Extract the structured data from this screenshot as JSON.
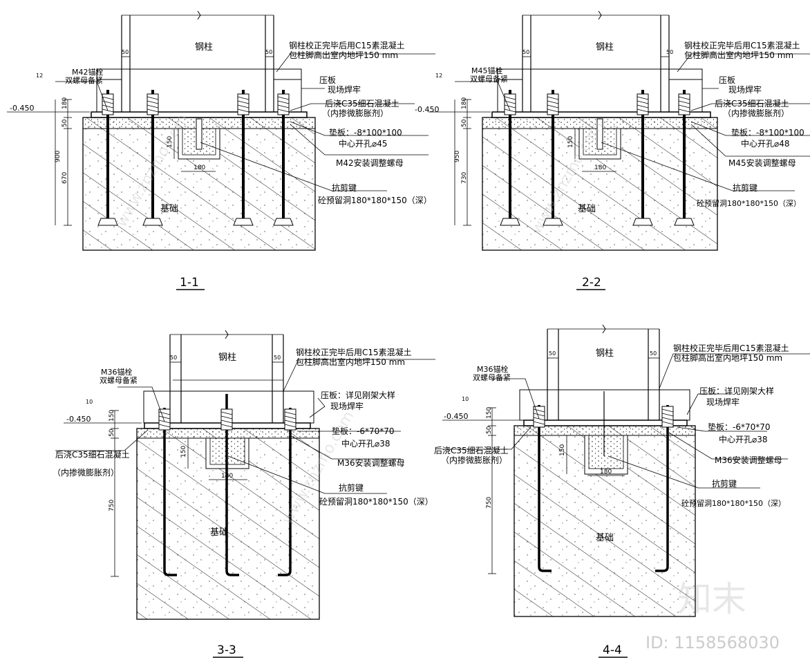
{
  "common": {
    "column": "钢柱",
    "encase": [
      "钢柱校正完毕后用C15素混凝土",
      "包柱脚高出室内地坪150 mm"
    ],
    "foundation": "基础",
    "shear_key": "抗剪键",
    "hole": "砼预留洞180*180*150（深）",
    "dim_50": "50",
    "dim_180": "180",
    "dim_150": "150",
    "weld_10": "10",
    "weld_12": "12"
  },
  "details": [
    {
      "section_title": "1-1",
      "anchor": [
        "M42锚栓",
        "双螺母备紧"
      ],
      "level": "-0.450",
      "plate": [
        "压板",
        "现场焊牢"
      ],
      "grout": [
        "后浇C35细石混凝土",
        "（内掺微膨胀剂）"
      ],
      "pad": [
        "垫板：-8*100*100",
        "中心开孔⌀45"
      ],
      "nut": "M42安装调整螺母",
      "dims": {
        "total": "900",
        "embed": "670",
        "top": "180",
        "grout": "50"
      }
    },
    {
      "section_title": "2-2",
      "anchor": [
        "M45锚栓",
        "双螺母备紧"
      ],
      "level": "-0.450",
      "plate": [
        "压板",
        "现场焊牢"
      ],
      "grout": [
        "后浇C35细石混凝土",
        "（内掺微膨胀剂）"
      ],
      "pad": [
        "垫板：-8*100*100",
        "中心开孔⌀48"
      ],
      "nut": "M45安装调整螺母",
      "dims": {
        "total": "950",
        "embed": "730",
        "top": "180",
        "grout": "50"
      }
    },
    {
      "section_title": "3-3",
      "anchor": [
        "M36锚栓",
        "双螺母备紧"
      ],
      "level": "-0.450",
      "plate": [
        "压板：详见刚架大样",
        "现场焊牢"
      ],
      "grout": [
        "后浇C35细石混凝土",
        "（内掺微膨胀剂）"
      ],
      "pad": [
        "垫板：-6*70*70",
        "中心开孔⌀38"
      ],
      "nut": "M36安装调整螺母",
      "dims": {
        "embed": "750",
        "top": "150",
        "grout": "50"
      }
    },
    {
      "section_title": "4-4",
      "anchor": [
        "M36锚栓",
        "双螺母备紧"
      ],
      "level": "-0.450",
      "plate": [
        "压板：详见刚架大样",
        "现场焊牢"
      ],
      "grout": [
        "后浇C35细石混凝土",
        "（内掺微膨胀剂）"
      ],
      "pad": [
        "垫板：-6*70*70",
        "中心开孔⌀38"
      ],
      "nut": "M36安装调整螺母",
      "dims": {
        "embed": "750",
        "top": "150",
        "grout": "50"
      }
    }
  ],
  "watermark": {
    "brand": "知末",
    "id": "ID: 1158568030",
    "site": "www.znzmo.com"
  }
}
